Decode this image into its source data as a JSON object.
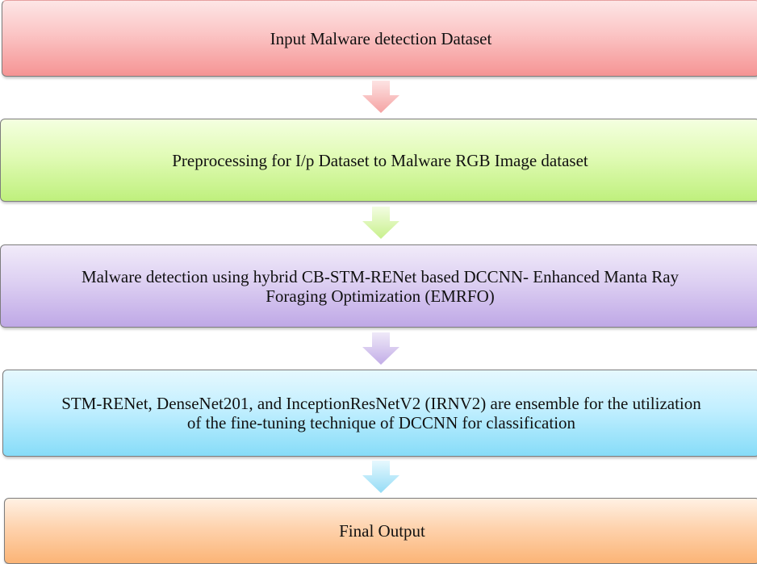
{
  "flowchart": {
    "steps": [
      {
        "text": "Input Malware detection Dataset"
      },
      {
        "text": "Preprocessing for I/p Dataset to Malware RGB Image dataset"
      },
      {
        "line1": "Malware detection using hybrid CB-STM-RENet based DCCNN- Enhanced Manta Ray",
        "line2": "Foraging Optimization (EMRFO)"
      },
      {
        "line1": "STM-RENet, DenseNet201, and InceptionResNetV2 (IRNV2) are ensemble for the utilization",
        "line2": "of the fine-tuning technique of DCCNN for classification"
      },
      {
        "text": "Final Output"
      }
    ],
    "colors": {
      "step1": "#f8a8a8",
      "step2": "#d4f79a",
      "step3": "#cdbbeb",
      "step4": "#a8e6fb",
      "step5": "#fcc38f",
      "arrow1": "#f7b5b5",
      "arrow2": "#d8f5a8",
      "arrow3": "#d2c2ee",
      "arrow4": "#b3e8fa"
    }
  }
}
